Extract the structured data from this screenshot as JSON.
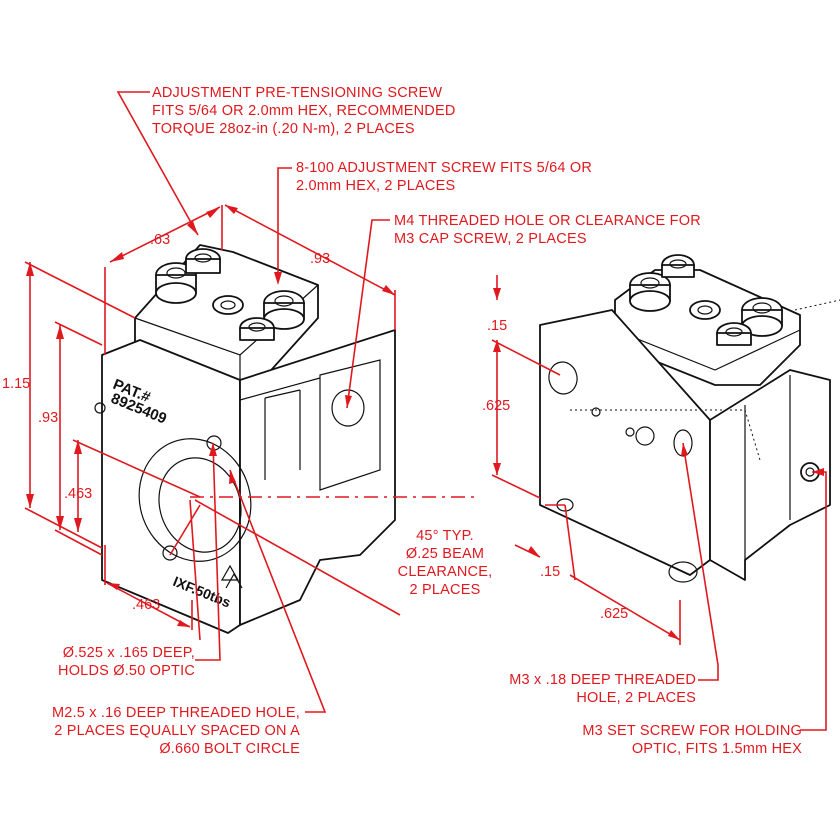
{
  "callouts": {
    "pretension": [
      "ADJUSTMENT PRE-TENSIONING SCREW",
      "FITS 5/64 OR 2.0mm HEX, RECOMMENDED",
      "TORQUE 28oz-in (.20 N-m), 2 PLACES"
    ],
    "adjust": [
      "8-100 ADJUSTMENT SCREW FITS 5/64 OR",
      "2.0mm HEX, 2 PLACES"
    ],
    "m4": [
      "M4 THREADED HOLE OR CLEARANCE FOR",
      "M3 CAP SCREW, 2 PLACES"
    ],
    "beam": [
      "45° TYP.",
      "Ø.25 BEAM",
      "CLEARANCE,",
      "2 PLACES"
    ],
    "optic": [
      "Ø.525 x .165 DEEP,",
      "HOLDS  Ø.50 OPTIC"
    ],
    "m25": [
      "M2.5 x .16 DEEP THREADED HOLE,",
      "2 PLACES EQUALLY SPACED ON A",
      "Ø.660 BOLT CIRCLE"
    ],
    "m3deep": [
      "M3 x .18 DEEP THREADED",
      "HOLE, 2 PLACES"
    ],
    "setscrew": [
      "M3 SET SCREW FOR HOLDING",
      "OPTIC, FITS 1.5mm HEX"
    ]
  },
  "dims": {
    "d063": ".63",
    "d093top": ".93",
    "d115": "1.15",
    "d093": ".93",
    "d0463v": ".463",
    "d0463h": ".463",
    "d015top": ".15",
    "d0625v": ".625",
    "d015b": ".15",
    "d0625h": ".625"
  },
  "markings": {
    "pat": "PAT.#",
    "patnum": "8925409",
    "model": "IXF.50tbs"
  }
}
